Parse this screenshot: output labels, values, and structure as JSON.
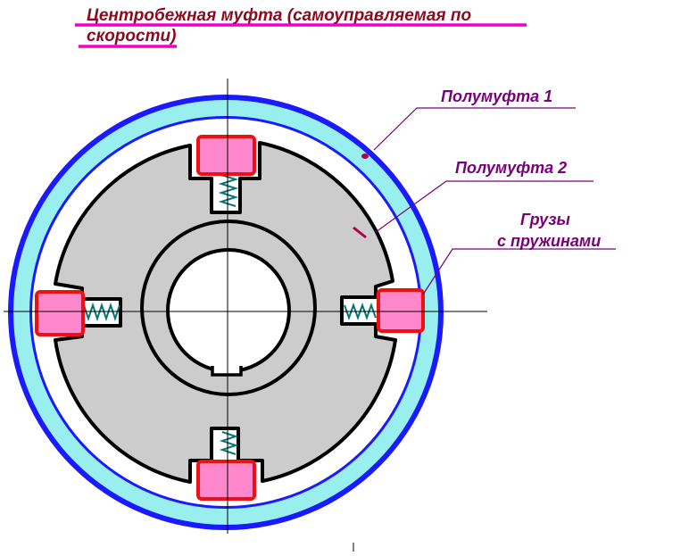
{
  "title": {
    "line1": "Центробежная муфта  (самоуправляемая по",
    "line2": "скорости",
    "line2_suffix": ")"
  },
  "labels": {
    "half_coupling_1": "Полумуфта 1",
    "half_coupling_2": "Полумуфта 2",
    "weights_line1": "Грузы",
    "weights_line2": "с пружинами"
  },
  "colors": {
    "outer_rim": "#1a1aff",
    "rim_fill": "#99eeee",
    "disk_fill": "#cccccc",
    "weight_fill": "#ff88cc",
    "weight_border": "#ee1111",
    "spring": "#007777",
    "label_text": "#7a007a",
    "title_text": "#8b0a1e",
    "underline": "#ee00cc"
  },
  "icons": [
    "spring-icon",
    "weight-block-icon"
  ]
}
